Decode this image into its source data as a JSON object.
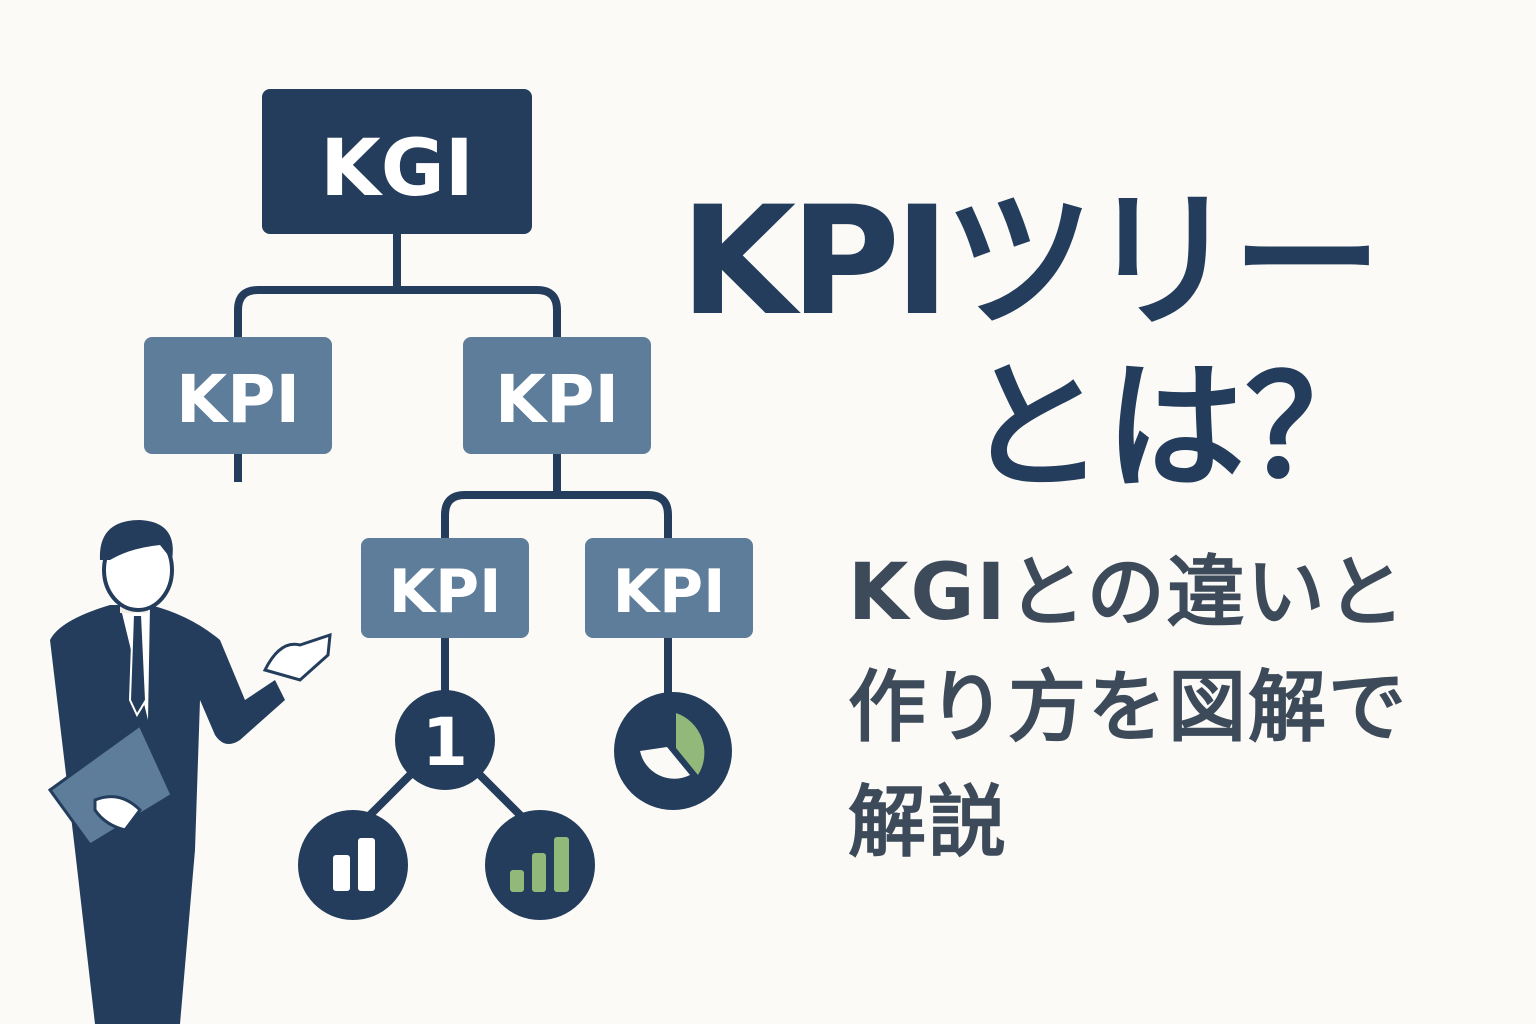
{
  "diagram": {
    "root": "KGI",
    "kpi_left": "KPI",
    "kpi_right": "KPI",
    "kpi_sub_left": "KPI",
    "kpi_sub_right": "KPI",
    "number_node": "1"
  },
  "title": {
    "line1": "KPIツリー",
    "line2": "とは？"
  },
  "subtitle": {
    "line1": "KGIとの違いと",
    "line2": "作り方を図解で",
    "line3": "解説"
  },
  "colors": {
    "navy": "#243d5c",
    "kpi": "#5e7d9a",
    "green": "#93b97a",
    "background": "#fbfaf6",
    "subtitle": "#3d4a5a"
  }
}
